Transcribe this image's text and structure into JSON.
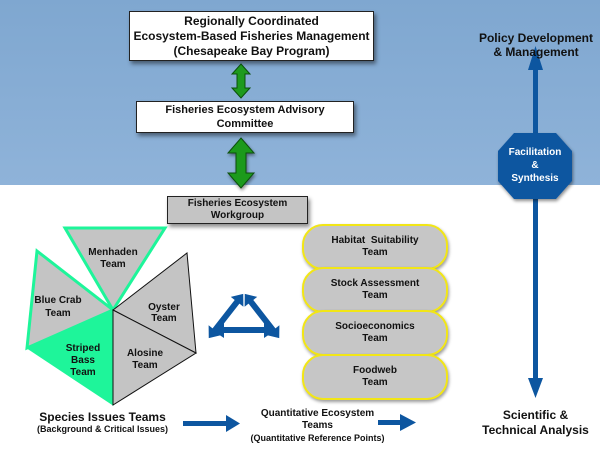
{
  "top_box": {
    "lines": [
      "Regionally Coordinated",
      "Ecosystem-Based Fisheries Management",
      "(Chesapeake Bay Program)"
    ]
  },
  "advisory_box": {
    "label": "Fisheries Ecosystem Advisory Committee"
  },
  "workgroup_box": {
    "lines": [
      "Fisheries Ecosystem",
      "Workgroup"
    ]
  },
  "policy_label": {
    "lines": [
      "Policy Development",
      "& Management"
    ]
  },
  "facilitation_octagon": {
    "lines": [
      "Facilitation",
      "&",
      "Synthesis"
    ]
  },
  "species_teams": [
    {
      "lines": [
        "Menhaden",
        "Team"
      ]
    },
    {
      "lines": [
        "Blue Crab",
        "Team"
      ]
    },
    {
      "lines": [
        "Oyster",
        "Team"
      ]
    },
    {
      "lines": [
        "Striped",
        "Bass",
        "Team"
      ]
    },
    {
      "lines": [
        "Alosine",
        "Team"
      ]
    }
  ],
  "quantitative_teams": [
    {
      "lines": [
        "Habitat  Suitability",
        "Team"
      ]
    },
    {
      "lines": [
        "Stock Assessment",
        "Team"
      ]
    },
    {
      "lines": [
        "Socioeconomics",
        "Team"
      ]
    },
    {
      "lines": [
        "Foodweb",
        "Team"
      ]
    }
  ],
  "bottom_labels": {
    "species": {
      "title": "Species Issues Teams",
      "subtitle": "(Background & Critical Issues)"
    },
    "quantitative": {
      "title_lines": [
        "Quantitative Ecosystem",
        "Teams"
      ],
      "subtitle": "(Quantitative Reference Points)"
    },
    "scientific": {
      "lines": [
        "Scientific &",
        "Technical Analysis"
      ]
    }
  },
  "colors": {
    "band_blue": "#8fb3d9",
    "arrow_blue": "#0d56a0",
    "arrow_green": "#1e9a1e",
    "team_green": "#1ef59a",
    "pill_border": "#f2e616",
    "shape_gray": "#c4c4c4"
  }
}
